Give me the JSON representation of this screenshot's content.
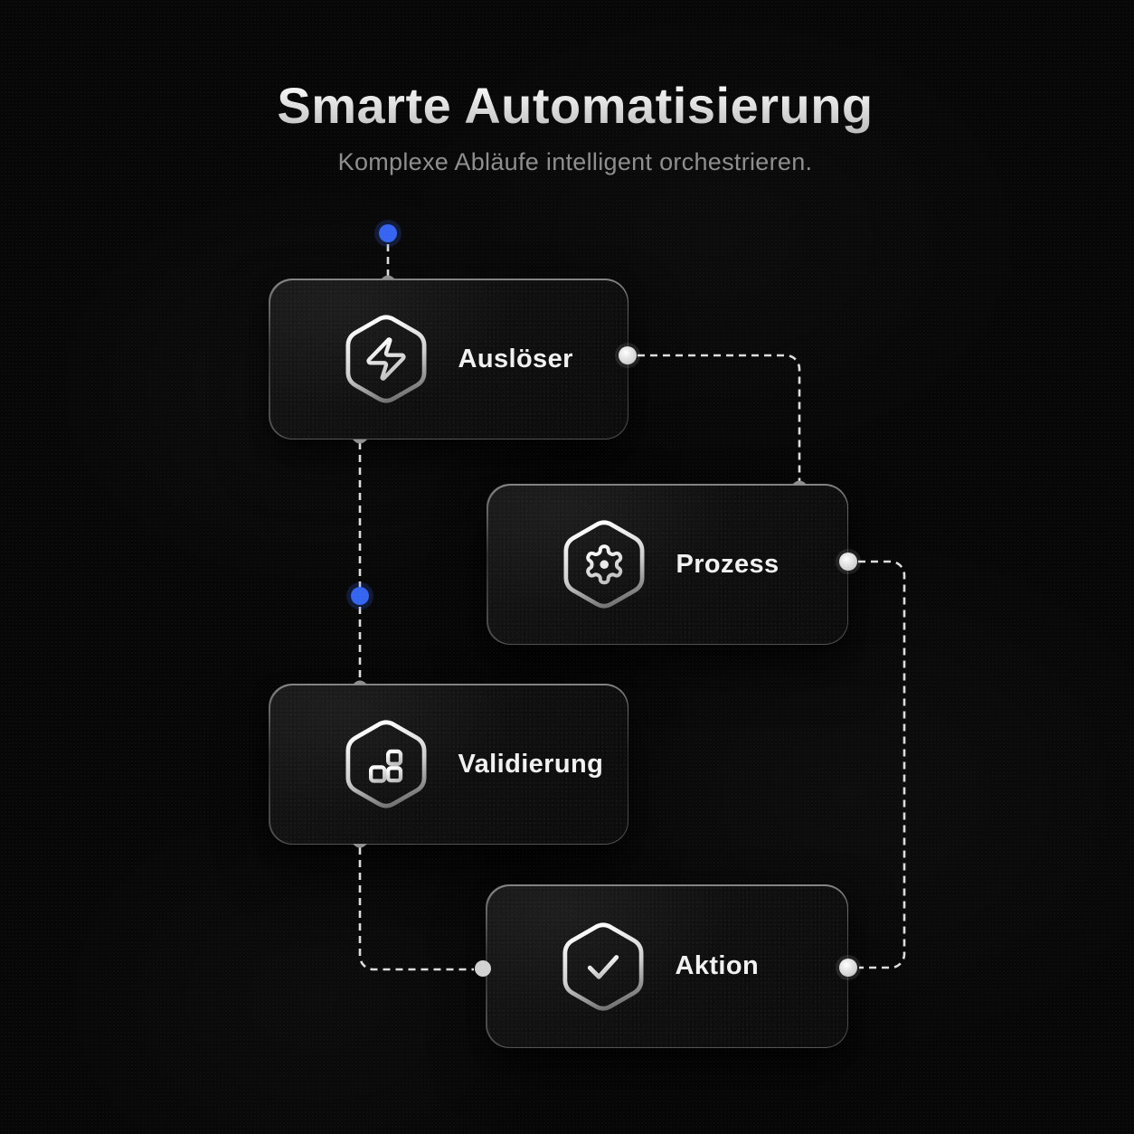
{
  "header": {
    "title": "Smarte Automatisierung",
    "subtitle": "Komplexe Abläufe intelligent orchestrieren."
  },
  "flow": {
    "nodes": [
      {
        "label": "Auslöser",
        "icon": "lightning-icon"
      },
      {
        "label": "Prozess",
        "icon": "gear-icon"
      },
      {
        "label": "Validierung",
        "icon": "blocks-icon"
      },
      {
        "label": "Aktion",
        "icon": "check-icon"
      }
    ],
    "connectors": [
      "start-to-ausloeser",
      "ausloeser-to-prozess",
      "ausloeser-to-validierung",
      "prozess-to-aktion",
      "validierung-to-aktion"
    ]
  },
  "colors": {
    "accent_blue": "#3565f0",
    "connector_dash": "#efefef",
    "background": "#070707",
    "card_background": "#101010",
    "icon_stroke": "#f2f2f2"
  }
}
